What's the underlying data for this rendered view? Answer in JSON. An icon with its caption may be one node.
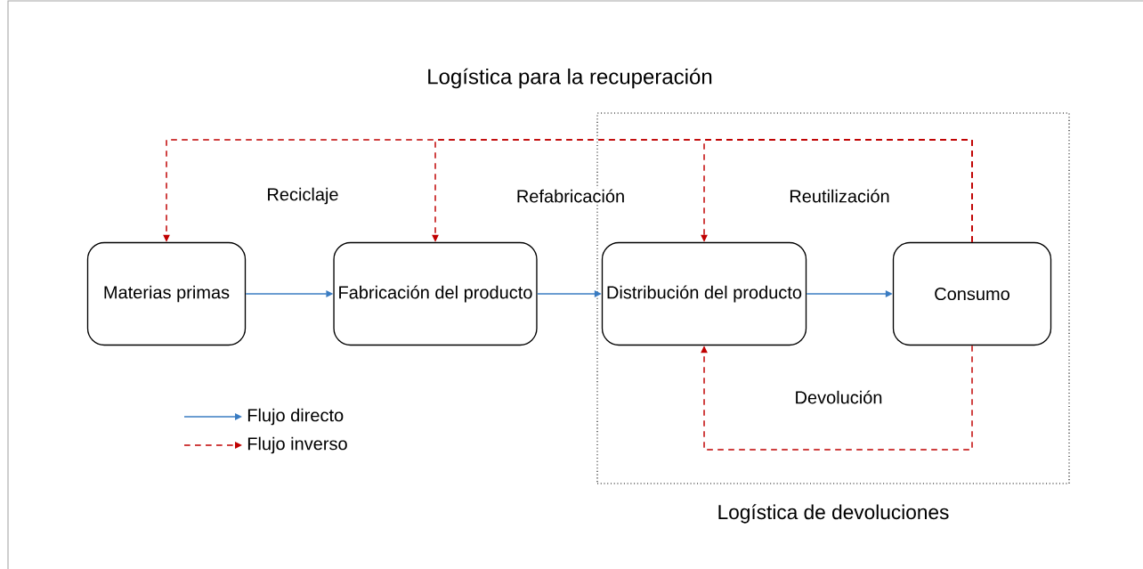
{
  "diagram": {
    "title": "Logística para la recuperación",
    "nodes": [
      {
        "text": [
          "Materias primas"
        ]
      },
      {
        "text": [
          "Fabricación del producto"
        ]
      },
      {
        "text": [
          "Logística de devoluciones"
        ]
      },
      {
        "text": [
          "Distribución del producto"
        ],
        "in": 2
      },
      {
        "text": [
          "Consumo"
        ],
        "in": 2
      }
    ],
    "edges": [
      {
        "from": 0,
        "to": 1,
        "arrow": "to",
        "color": "#3a7cc2"
      },
      {
        "from": 1,
        "to": 3,
        "arrow": "to",
        "color": "#3a7cc2"
      },
      {
        "from": 3,
        "to": 4,
        "arrow": "to",
        "color": "#3a7cc2"
      },
      {
        "from": 4,
        "to": 0,
        "arrow": "to",
        "style": "dashed",
        "label": "Reciclaje"
      },
      {
        "from": 4,
        "to": 1,
        "arrow": "to",
        "style": "dashed",
        "label": "Refabricación"
      },
      {
        "from": 4,
        "to": 3,
        "arrow": "to",
        "style": "dashed",
        "label": "Reutilización"
      },
      {
        "from": 4,
        "to": 3,
        "arrow": "to",
        "style": "dashed",
        "label": "Devolución"
      }
    ],
    "legend": [
      {
        "text": "Flujo directo"
      },
      {
        "text": "Flujo inverso"
      }
    ]
  }
}
